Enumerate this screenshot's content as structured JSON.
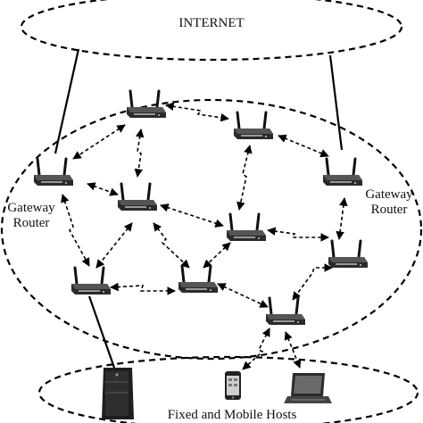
{
  "labels": {
    "internet": "INTERNET",
    "gateway_left_line1": "Gateway",
    "gateway_left_line2": "Router",
    "gateway_right_line1": "Gateway",
    "gateway_right_line2": "Router",
    "hosts": "Fixed and Mobile Hosts"
  },
  "nodes": [
    {
      "id": "r-top-left",
      "kind": "router"
    },
    {
      "id": "r-top-mid",
      "kind": "router"
    },
    {
      "id": "gw-left",
      "kind": "gateway-router"
    },
    {
      "id": "gw-right",
      "kind": "gateway-router"
    },
    {
      "id": "r-mid-left",
      "kind": "router"
    },
    {
      "id": "r-center",
      "kind": "router"
    },
    {
      "id": "r-right",
      "kind": "router"
    },
    {
      "id": "r-bottom-left",
      "kind": "router"
    },
    {
      "id": "r-bottom-mid",
      "kind": "router"
    },
    {
      "id": "r-bottom-right",
      "kind": "router"
    },
    {
      "id": "host-desktop",
      "kind": "desktop-tower"
    },
    {
      "id": "host-phone",
      "kind": "smartphone"
    },
    {
      "id": "host-laptop",
      "kind": "laptop"
    }
  ],
  "colors": {
    "line": "#000000",
    "device_dark": "#2a2a2a",
    "device_mid": "#555555",
    "device_light": "#9a9a9a"
  }
}
